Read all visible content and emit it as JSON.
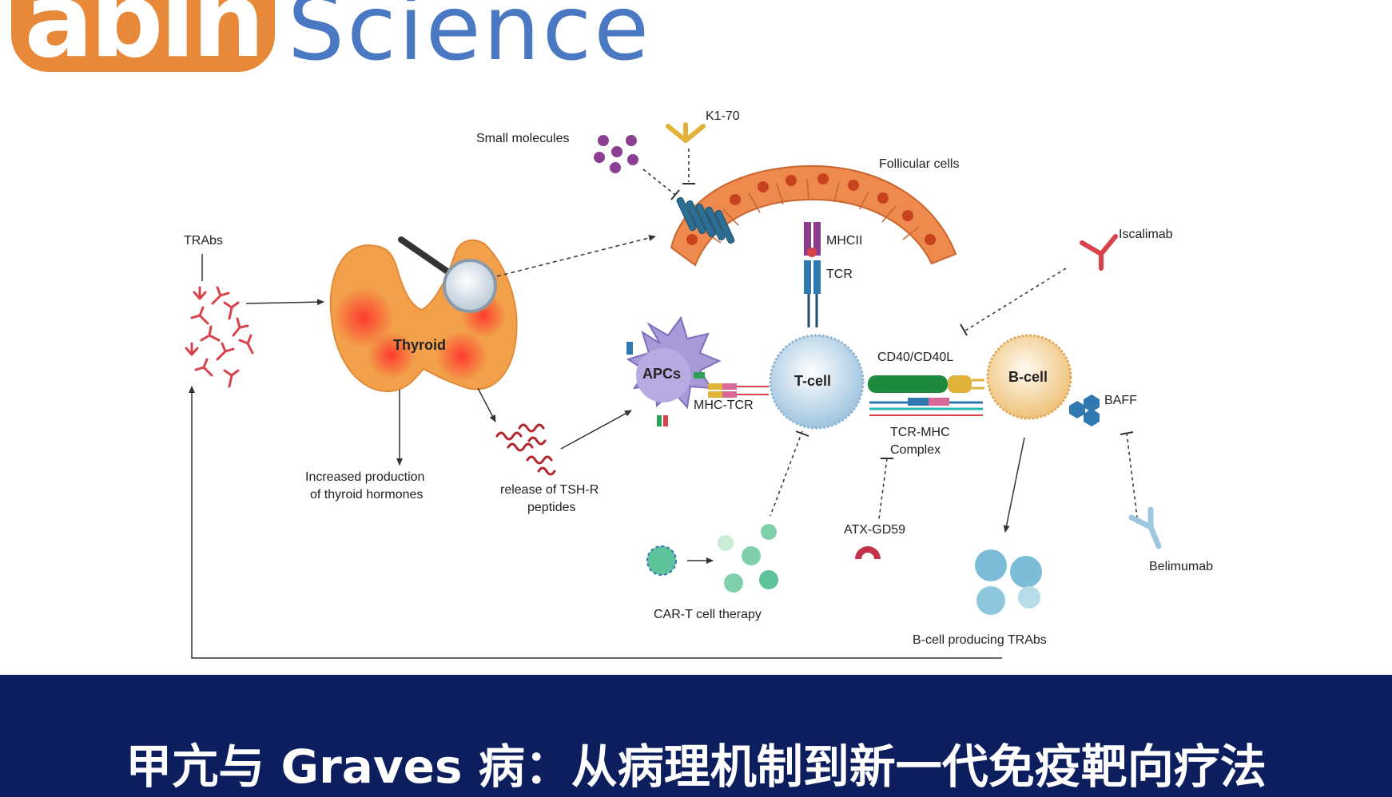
{
  "logo": {
    "abin": "abin",
    "science": "Science"
  },
  "diagram": {
    "labels": {
      "trabs": "TRAbs",
      "thyroid": "Thyroid",
      "increased_production_1": "Increased production",
      "increased_production_2": "of thyroid hormones",
      "tshr_release_1": "release of TSH-R",
      "tshr_release_2": "peptides",
      "small_molecules": "Small molecules",
      "k170": "K1-70",
      "follicular_cells": "Follicular cells",
      "mhcii": "MHCII",
      "tcr": "TCR",
      "iscalimab": "Iscalimab",
      "apcs": "APCs",
      "mhc_tcr": "MHC-TCR",
      "tcell": "T-cell",
      "cd40": "CD40/CD40L",
      "bcell": "B-cell",
      "baff": "BAFF",
      "tcr_mhc_1": "TCR-MHC",
      "tcr_mhc_2": "Complex",
      "atx": "ATX-GD59",
      "cart": "CAR-T cell therapy",
      "belimumab": "Belimumab",
      "bcell_producing": "B-cell producing TRAbs"
    },
    "colors": {
      "thyroid": "#f2a04a",
      "follicular": "#ee8a4e",
      "receptor": "#2b6f95",
      "antibody_red": "#d8424a",
      "cell_blue": "#cfe2f0",
      "bcell": "#f7d9a6",
      "apc": "#a79ad6",
      "banner": "#0d1e5f"
    }
  },
  "banner": {
    "title": "甲亢与 Graves 病：从病理机制到新一代免疫靶向疗法"
  }
}
